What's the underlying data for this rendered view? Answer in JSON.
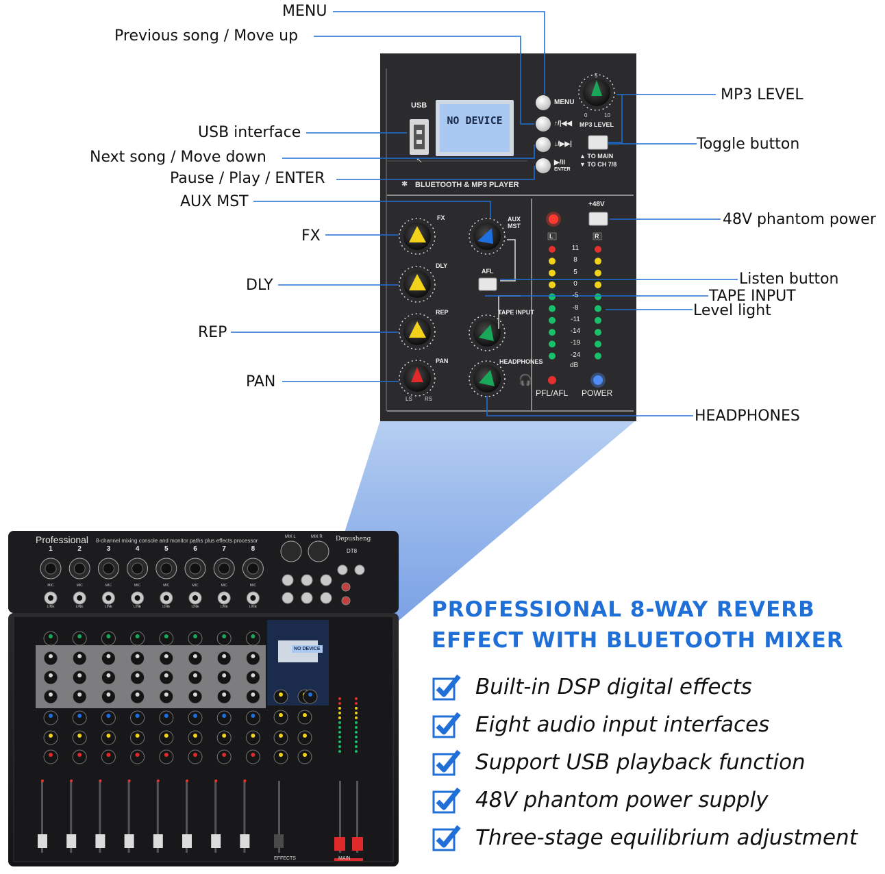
{
  "callouts": {
    "menu": "MENU",
    "previous_song": "Previous song / Move up",
    "usb_interface": "USB interface",
    "next_song": "Next song / Move down",
    "pause_play": "Pause / Play / ENTER",
    "aux_mst": "AUX MST",
    "fx": "FX",
    "dly": "DLY",
    "rep": "REP",
    "pan": "PAN",
    "mp3_level": "MP3 LEVEL",
    "toggle_button": "Toggle button",
    "phantom_power": "48V phantom power",
    "listen_button": "Listen button",
    "tape_input": "TAPE INPUT",
    "level_light": "Level light",
    "headphones": "HEADPHONES"
  },
  "panel": {
    "usb": "USB",
    "lcd": "NO DEVICE",
    "menu_btn": "MENU",
    "up_btn": "↑/|◀◀",
    "down_btn": "↓/▶▶|",
    "enter_btn": "▶/II",
    "enter_sub": "ENTER",
    "mp3_level": "MP3 LEVEL",
    "to_main": "▲ TO MAIN",
    "to_ch": "▼ TO CH 7/8",
    "bt_player": "BLUETOOTH & MP3 PLAYER",
    "fx": "FX",
    "dly": "DLY",
    "rep": "REP",
    "pan": "PAN",
    "aux": "AUX",
    "mst": "MST",
    "afl": "AFL",
    "tape_input": "TAPE INPUT",
    "headphones": "HEADPHONES",
    "plus48v": "+48V",
    "left_ch": "L",
    "right_ch": "R",
    "db": "dB",
    "pfl_afl": "PFL/AFL",
    "power": "POWER",
    "knob_zero": "0",
    "knob_five": "5",
    "knob_ten": "10",
    "pan_left": "LS",
    "pan_right": "RS"
  },
  "meter_levels": [
    "11",
    "8",
    "5",
    "0",
    "-5",
    "-8",
    "-11",
    "-14",
    "-19",
    "-24"
  ],
  "mixer": {
    "brand_word": "Professional",
    "brand_desc": "8-channel mixing console and monitor paths plus effects processor",
    "logo": "Depusheng",
    "model": "DT8",
    "channel_numbers": [
      "1",
      "2",
      "3",
      "4",
      "5",
      "6",
      "7",
      "8"
    ],
    "mic": "MIC",
    "line": "LINE",
    "mix_l": "MIX L",
    "mix_r": "MIX R",
    "effects": "EFFECTS",
    "main": "MAIN"
  },
  "heading": {
    "line1": "PROFESSIONAL 8-WAY REVERB",
    "line2": "EFFECT WITH BLUETOOTH MIXER"
  },
  "features": [
    "Built-in DSP digital effects",
    "Eight audio input interfaces",
    "Support USB playback function",
    "48V phantom power supply",
    "Three-stage equilibrium adjustment"
  ],
  "colors": {
    "accent_blue": "#1f6fd6",
    "panel_dark": "#2b2b2d",
    "knob_yellow": "#f2d21b",
    "knob_blue": "#1e6fe0",
    "knob_green": "#19a85a",
    "knob_red": "#e02a2a"
  }
}
